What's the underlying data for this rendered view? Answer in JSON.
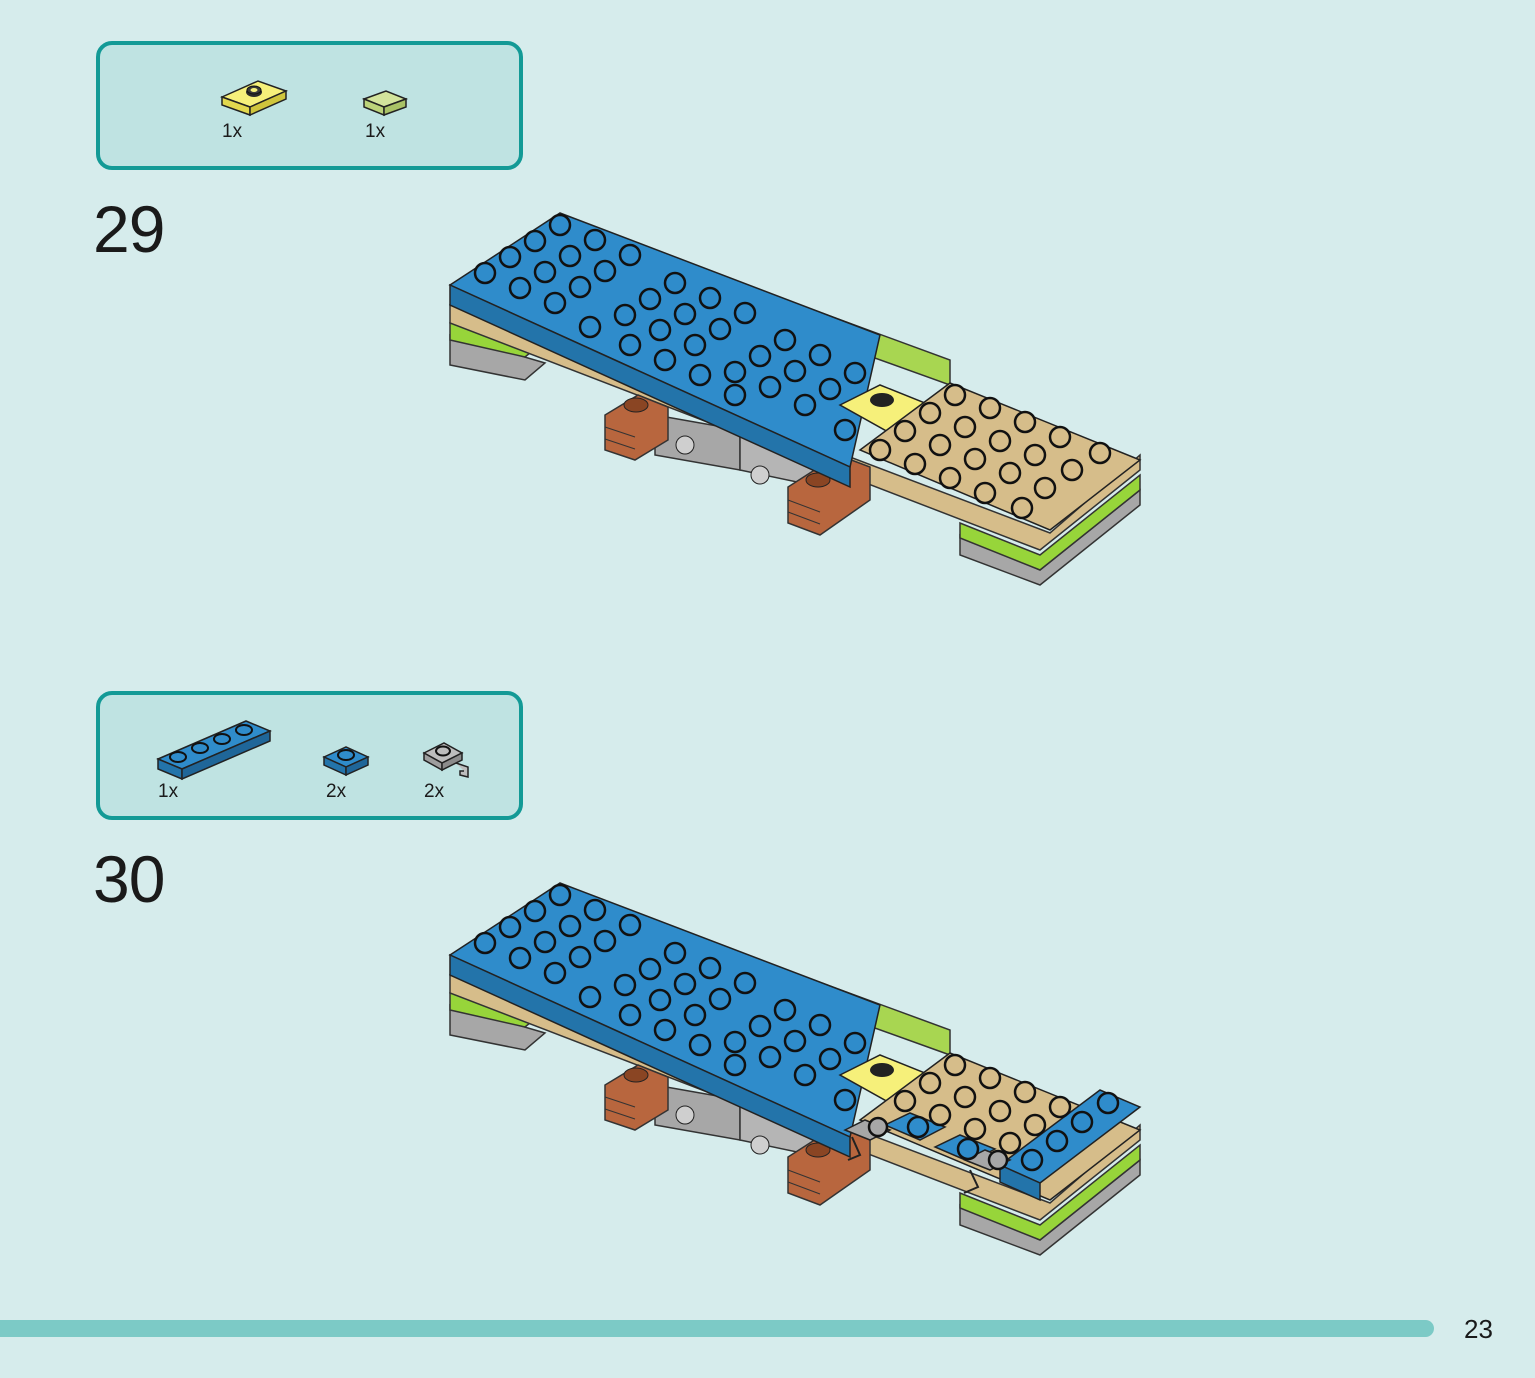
{
  "steps": [
    {
      "number": "29",
      "parts": [
        {
          "icon": "yellow-plate-1x2-center-stud-icon",
          "count": "1x"
        },
        {
          "icon": "lime-tile-1x1-icon",
          "count": "1x"
        }
      ]
    },
    {
      "number": "30",
      "parts": [
        {
          "icon": "blue-plate-1x4-icon",
          "count": "1x"
        },
        {
          "icon": "blue-plate-1x1-icon",
          "count": "2x"
        },
        {
          "icon": "grey-plate-clip-icon",
          "count": "2x"
        }
      ]
    }
  ],
  "page": {
    "number": "23"
  },
  "colors": {
    "background": "#d6ecec",
    "parts_box_border": "#139a96",
    "parts_box_fill": "#bfe3e2",
    "footer_bar": "#7ccac6",
    "brick_blue": "#2f8ccb",
    "brick_lime": "#97d53a",
    "brick_tan": "#d6bd8a",
    "brick_brown": "#b8663e",
    "brick_grey": "#a7a7a7",
    "brick_yellow": "#f6f07a"
  }
}
